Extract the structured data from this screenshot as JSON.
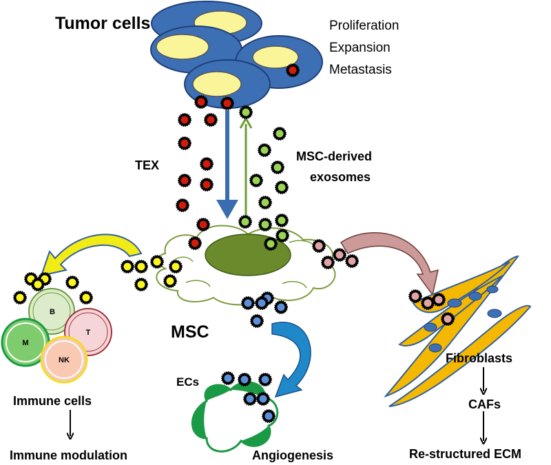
{
  "labels": {
    "tumor_cells": "Tumor cells",
    "proliferation": "Proliferation",
    "expansion": "Expansion",
    "metastasis": "Metastasis",
    "tex": "TEX",
    "msc_derived": "MSC-derived",
    "exosomes": "exosomes",
    "msc": "MSC",
    "ecs": "ECs",
    "angiogenesis": "Angiogenesis",
    "immune_cells": "Immune cells",
    "immune_modulation": "Immune modulation",
    "fibroblasts": "Fibroblasts",
    "cafs": "CAFs",
    "restructured_ecm": "Re-structured ECM"
  },
  "immune_cell_types": {
    "b": "B",
    "t": "T",
    "m": "M",
    "nk": "NK"
  },
  "colors": {
    "tumor_blue": "#3d6fb5",
    "tumor_nucleus": "#fbf59a",
    "tex_red": "#d01c0a",
    "msc_exosome_green": "#9bd353",
    "msc_nucleus": "#6a8a2c",
    "immune_yellow": "#fbf61e",
    "ec_blue": "#5b8fd9",
    "fibro_pink": "#e0a4a4",
    "fibroblast_orange": "#f5b800",
    "ec_green": "#1a9a45"
  }
}
